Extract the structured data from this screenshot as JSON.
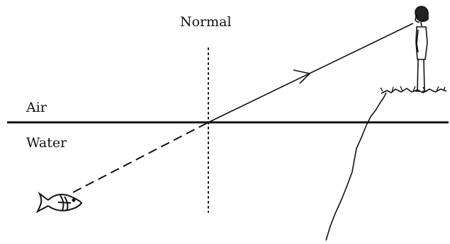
{
  "labels": {
    "normal": "Normal",
    "air": "Air",
    "water": "Water"
  },
  "colors": {
    "ink": "#111111",
    "background": "#ffffff"
  },
  "icons": [
    "fish-icon",
    "person-icon",
    "arrow-head-icon"
  ]
}
